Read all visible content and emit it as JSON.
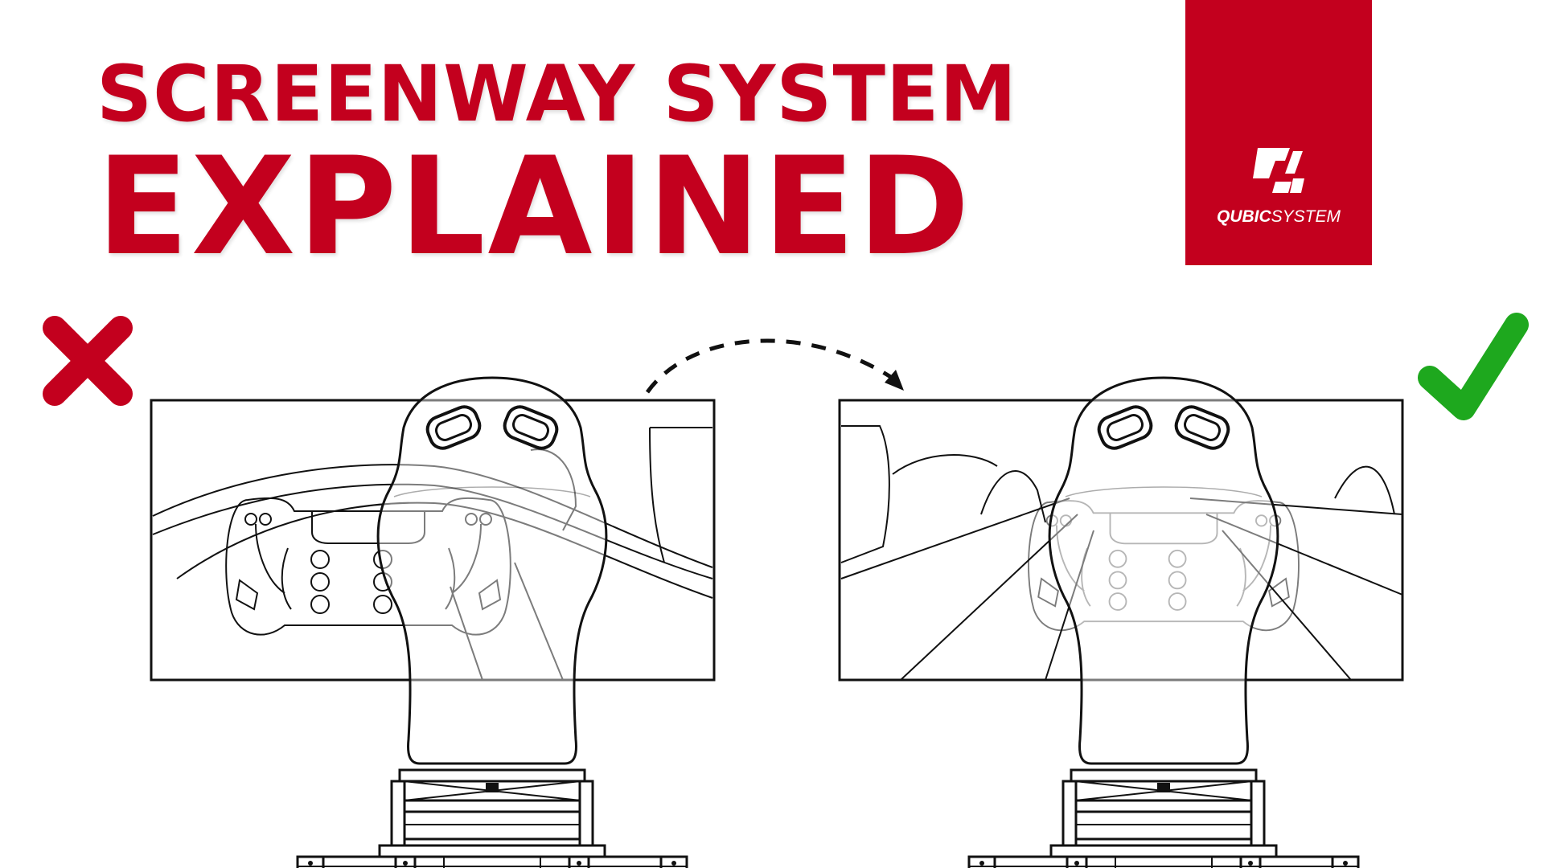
{
  "title": {
    "line1": "SCREENWAY SYSTEM",
    "line2": "EXPLAINED"
  },
  "logo": {
    "brand_bold": "QUBIC",
    "brand_light": "SYSTEM"
  },
  "icons": {
    "wrong": "cross-icon",
    "correct": "check-icon",
    "transition": "dashed-arrow-icon"
  },
  "colors": {
    "brand_red": "#c3001e",
    "check_green": "#1ea81e",
    "line": "#111111"
  }
}
